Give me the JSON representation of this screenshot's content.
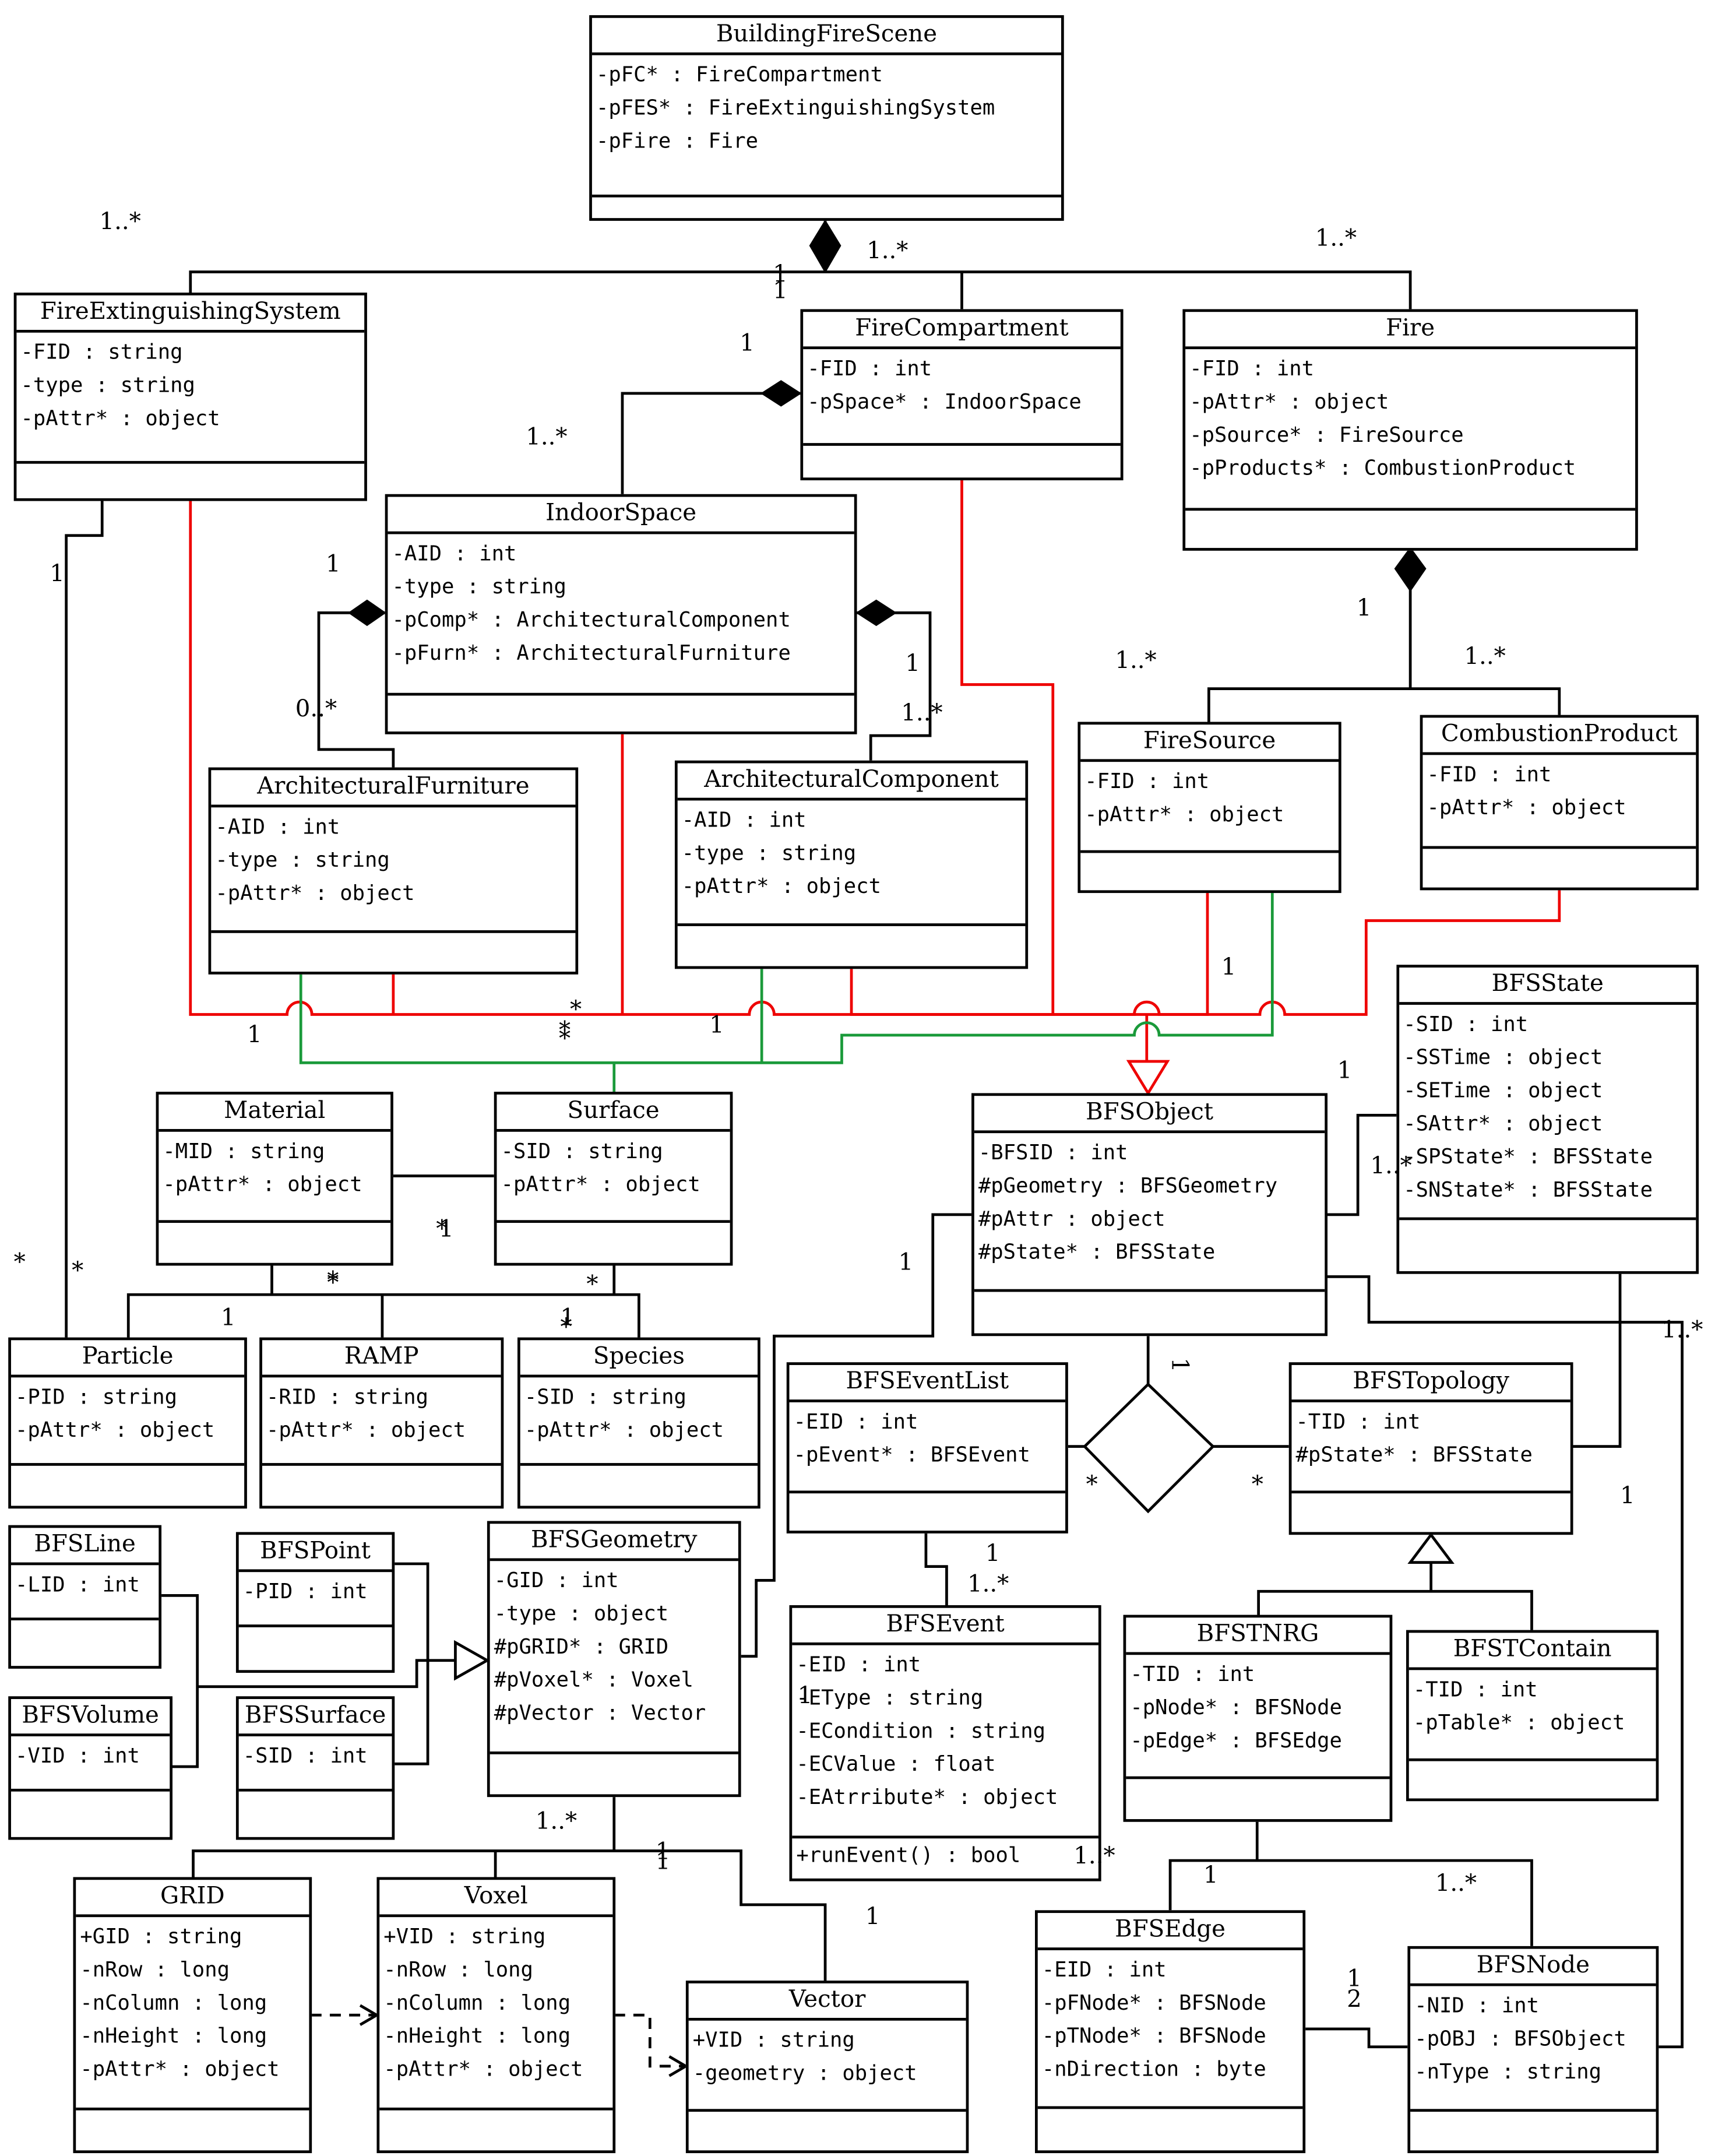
{
  "classes": {
    "building_fire_scene": {
      "name": "BuildingFireScene",
      "attrs": [
        "-pFC* : FireCompartment",
        "-pFES* : FireExtinguishingSystem",
        "-pFire : Fire"
      ],
      "ops": []
    },
    "fire_extinguishing_system": {
      "name": "FireExtinguishingSystem",
      "attrs": [
        "-FID : string",
        "-type : string",
        "-pAttr* : object"
      ],
      "ops": []
    },
    "fire_compartment": {
      "name": "FireCompartment",
      "attrs": [
        "-FID : int",
        "-pSpace* : IndoorSpace"
      ],
      "ops": []
    },
    "fire": {
      "name": "Fire",
      "attrs": [
        "-FID : int",
        "-pAttr* : object",
        "-pSource* : FireSource",
        "-pProducts* : CombustionProduct"
      ],
      "ops": []
    },
    "indoor_space": {
      "name": "IndoorSpace",
      "attrs": [
        "-AID : int",
        "-type : string",
        "-pComp* : ArchitecturalComponent",
        "-pFurn* : ArchitecturalFurniture"
      ],
      "ops": []
    },
    "architectural_furniture": {
      "name": "ArchitecturalFurniture",
      "attrs": [
        "-AID : int",
        "-type : string",
        "-pAttr* : object"
      ],
      "ops": []
    },
    "architectural_component": {
      "name": "ArchitecturalComponent",
      "attrs": [
        "-AID : int",
        "-type : string",
        "-pAttr* : object"
      ],
      "ops": []
    },
    "fire_source": {
      "name": "FireSource",
      "attrs": [
        "-FID : int",
        "-pAttr* : object"
      ],
      "ops": []
    },
    "combustion_product": {
      "name": "CombustionProduct",
      "attrs": [
        "-FID : int",
        "-pAttr* : object"
      ],
      "ops": []
    },
    "bfs_state": {
      "name": "BFSState",
      "attrs": [
        "-SID : int",
        "-SSTime : object",
        "-SETime : object",
        "-SAttr* : object",
        "-SPState* : BFSState",
        "-SNState* : BFSState"
      ],
      "ops": []
    },
    "material": {
      "name": "Material",
      "attrs": [
        "-MID : string",
        "-pAttr* : object"
      ],
      "ops": []
    },
    "surface": {
      "name": "Surface",
      "attrs": [
        "-SID : string",
        "-pAttr* : object"
      ],
      "ops": []
    },
    "bfs_object": {
      "name": "BFSObject",
      "attrs": [
        "-BFSID : int",
        "#pGeometry : BFSGeometry",
        "#pAttr : object",
        "#pState* : BFSState"
      ],
      "ops": []
    },
    "particle": {
      "name": "Particle",
      "attrs": [
        "-PID : string",
        "-pAttr* : object"
      ],
      "ops": []
    },
    "ramp": {
      "name": "RAMP",
      "attrs": [
        "-RID : string",
        "-pAttr* : object"
      ],
      "ops": []
    },
    "species": {
      "name": "Species",
      "attrs": [
        "-SID : string",
        "-pAttr* : object"
      ],
      "ops": []
    },
    "bfs_event_list": {
      "name": "BFSEventList",
      "attrs": [
        "-EID : int",
        "-pEvent* : BFSEvent"
      ],
      "ops": []
    },
    "bfs_topology": {
      "name": "BFSTopology",
      "attrs": [
        "-TID : int",
        "#pState* : BFSState"
      ],
      "ops": []
    },
    "bfs_line": {
      "name": "BFSLine",
      "attrs": [
        "-LID : int"
      ],
      "ops": []
    },
    "bfs_point": {
      "name": "BFSPoint",
      "attrs": [
        "-PID : int"
      ],
      "ops": []
    },
    "bfs_geometry": {
      "name": "BFSGeometry",
      "attrs": [
        "-GID : int",
        "-type : object",
        "#pGRID* : GRID",
        "#pVoxel* : Voxel",
        "#pVector : Vector"
      ],
      "ops": []
    },
    "bfs_event": {
      "name": "BFSEvent",
      "attrs": [
        "-EID : int",
        "-EType : string",
        "-ECondition : string",
        "-ECValue : float",
        "-EAtrribute* : object"
      ],
      "ops": [
        "+runEvent() : bool"
      ]
    },
    "bfs_volume": {
      "name": "BFSVolume",
      "attrs": [
        "-VID : int"
      ],
      "ops": []
    },
    "bfs_surface": {
      "name": "BFSSurface",
      "attrs": [
        "-SID : int"
      ],
      "ops": []
    },
    "bfst_nrg": {
      "name": "BFSTNRG",
      "attrs": [
        "-TID : int",
        "-pNode* : BFSNode",
        "-pEdge* : BFSEdge"
      ],
      "ops": []
    },
    "bfst_contain": {
      "name": "BFSTContain",
      "attrs": [
        "-TID : int",
        "-pTable* : object"
      ],
      "ops": []
    },
    "grid": {
      "name": "GRID",
      "attrs": [
        "+GID : string",
        "-nRow : long",
        "-nColumn : long",
        "-nHeight : long",
        "-pAttr* : object"
      ],
      "ops": []
    },
    "voxel": {
      "name": "Voxel",
      "attrs": [
        "+VID : string",
        "-nRow : long",
        "-nColumn : long",
        "-nHeight : long",
        "-pAttr* : object"
      ],
      "ops": []
    },
    "vector": {
      "name": "Vector",
      "attrs": [
        "+VID : string",
        "-geometry : object"
      ],
      "ops": []
    },
    "bfs_edge": {
      "name": "BFSEdge",
      "attrs": [
        "-EID : int",
        "-pFNode* : BFSNode",
        "-pTNode* : BFSNode",
        "-nDirection : byte"
      ],
      "ops": []
    },
    "bfs_node": {
      "name": "BFSNode",
      "attrs": [
        "-NID : int",
        "-pOBJ : BFSObject",
        "-nType : string"
      ],
      "ops": []
    }
  },
  "multiplicities": [
    "1..*",
    "1",
    "1",
    "1..*",
    "1..*",
    "1",
    "1..*",
    "1",
    "1",
    "0..*",
    "1",
    "1..*",
    "1",
    "1..*",
    "1..*",
    "1",
    "*",
    "*",
    "1",
    "*",
    "1",
    "1",
    "*",
    "1",
    "1..*",
    "1",
    "*",
    "*",
    "*",
    "*",
    "1",
    "1",
    "*",
    "*",
    "1",
    "1..*",
    "1",
    "1..*",
    "1",
    "1",
    "1..*",
    "1",
    "1",
    "1",
    "1..*",
    "1",
    "2",
    "1..*",
    "1",
    "1",
    "*",
    "1",
    "1",
    "1",
    "*"
  ]
}
